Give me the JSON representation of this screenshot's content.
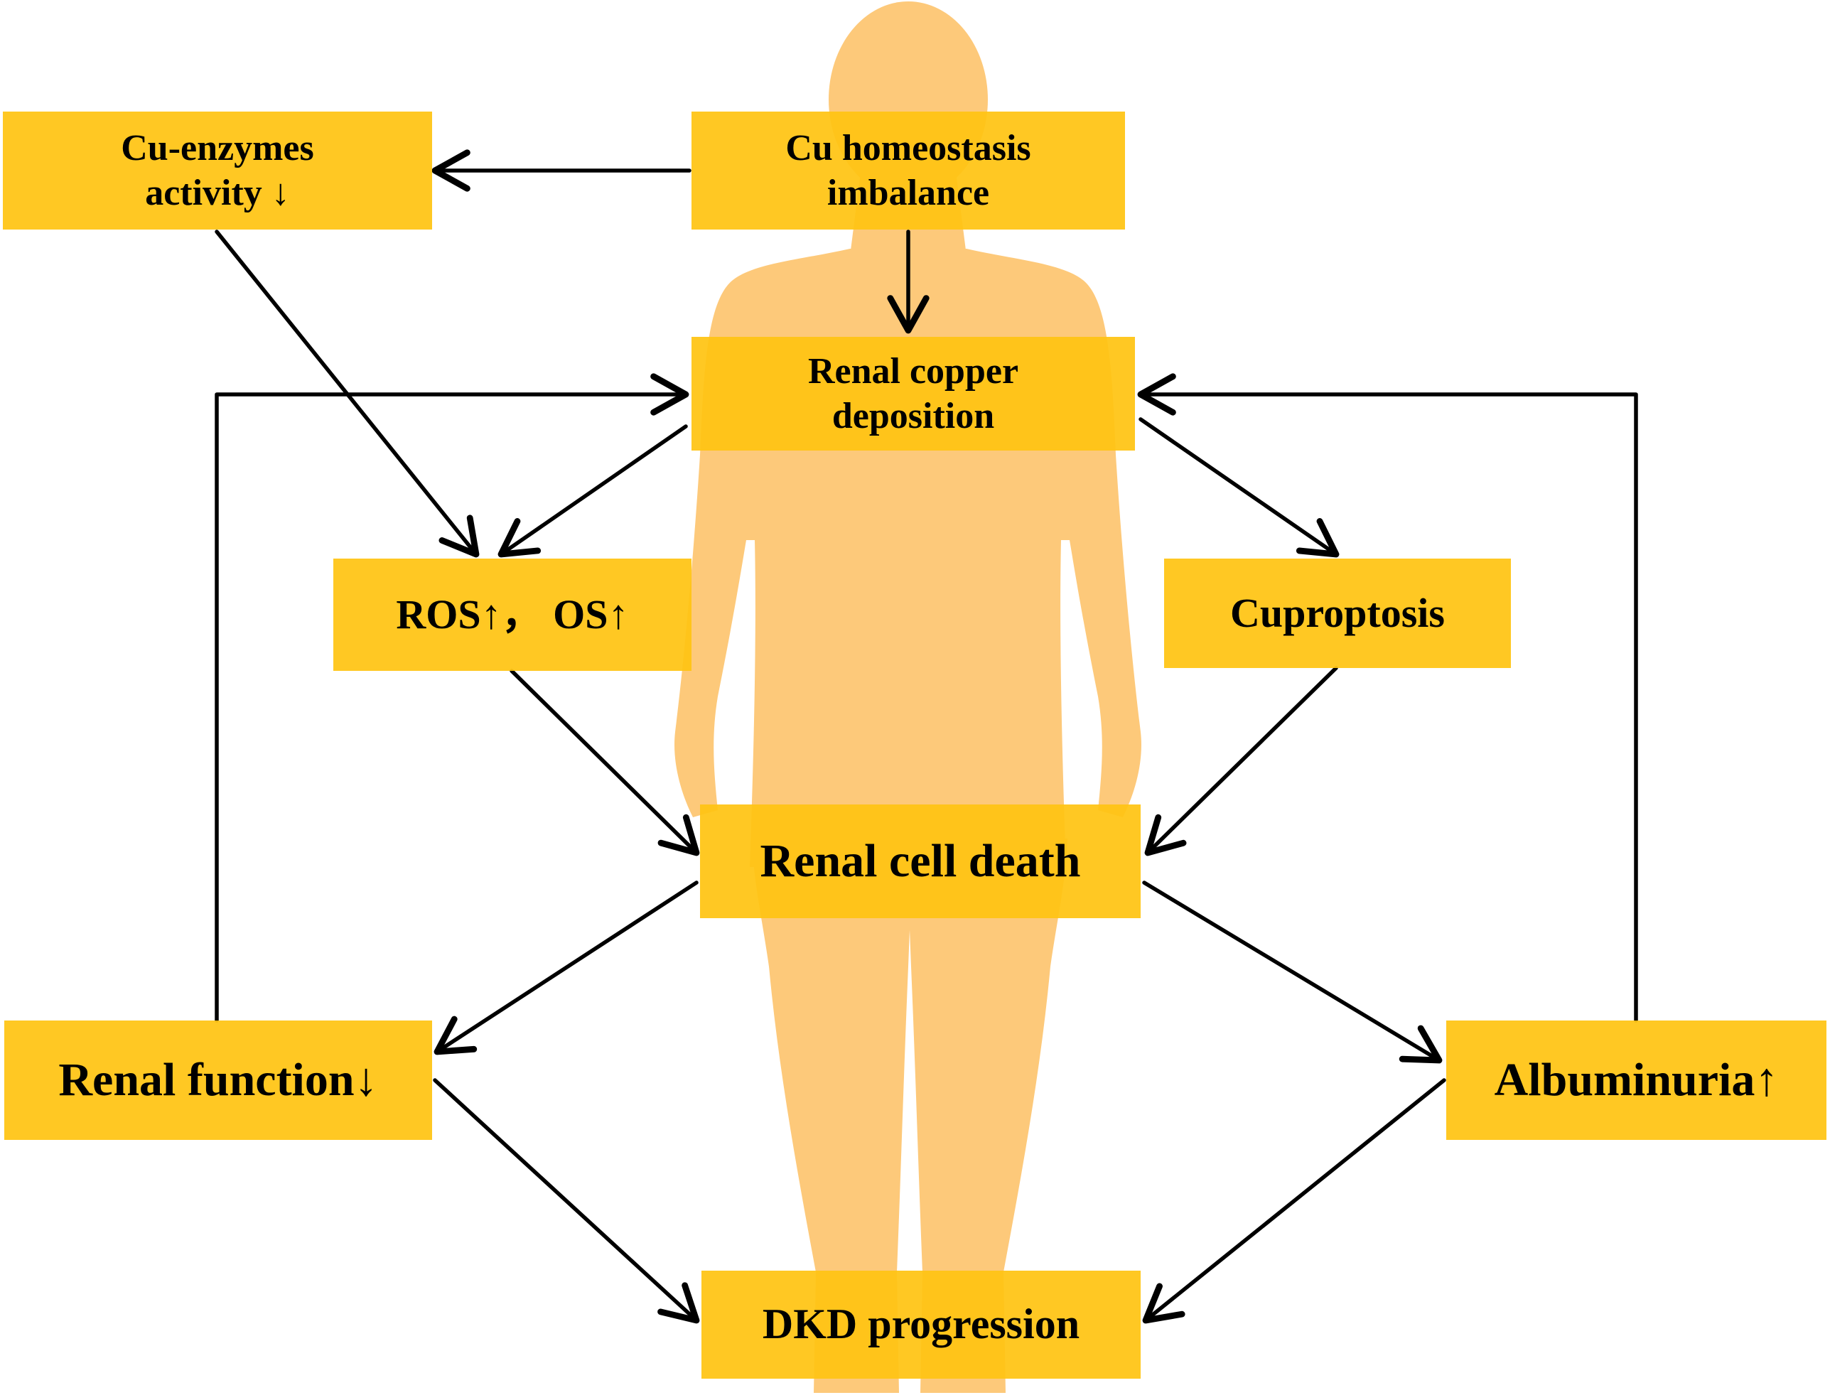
{
  "colors": {
    "box_fill": "#FFC412",
    "silhouette": "#FDC97A",
    "arrow": "#000000"
  },
  "nodes": {
    "cu_homeostasis": {
      "line1": "Cu homeostasis",
      "line2": "imbalance"
    },
    "cu_enzymes": {
      "line1": "Cu-enzymes",
      "line2": "activity ↓"
    },
    "renal_copper": {
      "line1": "Renal copper",
      "line2": "deposition"
    },
    "ros_os": {
      "label": "ROS↑， OS↑"
    },
    "cuproptosis": {
      "label": "Cuproptosis"
    },
    "renal_cell_death": {
      "label": "Renal cell death"
    },
    "renal_function": {
      "label": "Renal function↓"
    },
    "albuminuria": {
      "label": "Albuminuria↑"
    },
    "dkd_progression": {
      "label": "DKD progression"
    }
  },
  "edges": [
    {
      "from": "Cu homeostasis imbalance",
      "to": "Cu-enzymes activity ↓"
    },
    {
      "from": "Cu homeostasis imbalance",
      "to": "Renal copper deposition"
    },
    {
      "from": "Cu-enzymes activity ↓",
      "to": "ROS↑， OS↑"
    },
    {
      "from": "Renal copper deposition",
      "to": "ROS↑， OS↑"
    },
    {
      "from": "Renal copper deposition",
      "to": "Cuproptosis"
    },
    {
      "from": "ROS↑， OS↑",
      "to": "Renal cell death"
    },
    {
      "from": "Cuproptosis",
      "to": "Renal cell death"
    },
    {
      "from": "Renal cell death",
      "to": "Renal function↓"
    },
    {
      "from": "Renal cell death",
      "to": "Albuminuria↑"
    },
    {
      "from": "Renal function↓",
      "to": "DKD progression"
    },
    {
      "from": "Albuminuria↑",
      "to": "DKD progression"
    },
    {
      "from": "Renal function↓",
      "to": "Renal copper deposition"
    },
    {
      "from": "Albuminuria↑",
      "to": "Renal copper deposition"
    }
  ]
}
